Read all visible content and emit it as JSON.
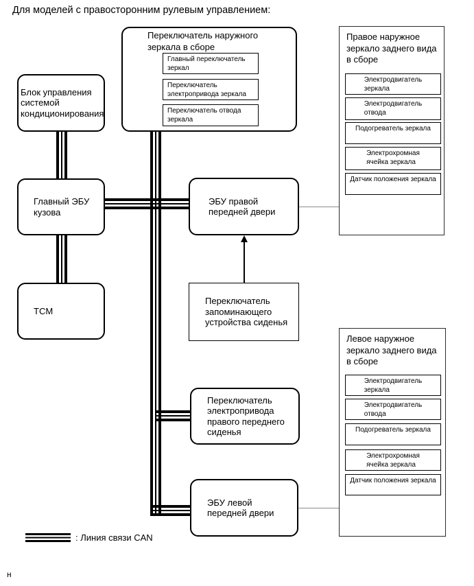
{
  "title": "Для моделей с правосторонним рулевым управлением:",
  "boxes": {
    "ac_control": {
      "label": "Блок управления\nсистемой\nкондиционирования"
    },
    "mirror_switch": {
      "title": "Переключатель наружного\nзеркала в сборе",
      "items": [
        "Главный переключатель\nзеркал",
        "Переключатель\nэлектропривода зеркала",
        "Переключатель отвода\nзеркала"
      ]
    },
    "right_mirror": {
      "title": "Правое наружное\nзеркало заднего вида\nв сборе",
      "items": [
        "Электродвигатель\nзеркала",
        "Электродвигатель\nотвода",
        "Подогреватель зеркала",
        "Электрохромная\nячейка зеркала",
        "Датчик положения зеркала"
      ]
    },
    "left_mirror": {
      "title": "Левое наружное\nзеркало заднего вида\nв сборе",
      "items": [
        "Электродвигатель\nзеркала",
        "Электродвигатель\nотвода",
        "Подогреватель зеркала",
        "Электрохромная\nячейка зеркала",
        "Датчик положения зеркала"
      ]
    },
    "main_body_ecu": {
      "label": "Главный ЭБУ\nкузова"
    },
    "tcm": {
      "label": "TCM"
    },
    "right_door_ecu": {
      "label": "ЭБУ правой\nпередней двери"
    },
    "seat_memory_switch": {
      "label": "Переключатель\nзапоминающего\nустройства сиденья"
    },
    "seat_power_switch": {
      "label": "Переключатель\nэлектропривода\nправого переднего\nсиденья"
    },
    "left_door_ecu": {
      "label": "ЭБУ левой\nпередней двери"
    }
  },
  "legend": {
    "label": ": Линия связи CAN"
  },
  "footnote": "н",
  "colors": {
    "can_line": "#000000",
    "thin_wire": "#8a8a8a",
    "background": "#ffffff"
  }
}
